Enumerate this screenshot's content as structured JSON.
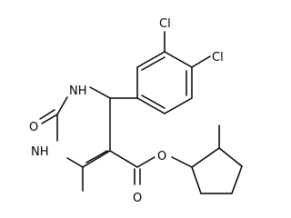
{
  "diagram": {
    "kind": "skeletal-structure",
    "colors": {
      "bond": "#000000",
      "label": "#000000",
      "background": "#ffffff"
    },
    "atom_labels": {
      "cl1": "Cl",
      "cl2": "Cl",
      "nh_upper": "NH",
      "nh_lower": "NH",
      "o_carbonyl_urea": "O",
      "o_ester_single": "O",
      "o_ester_double": "O"
    }
  }
}
